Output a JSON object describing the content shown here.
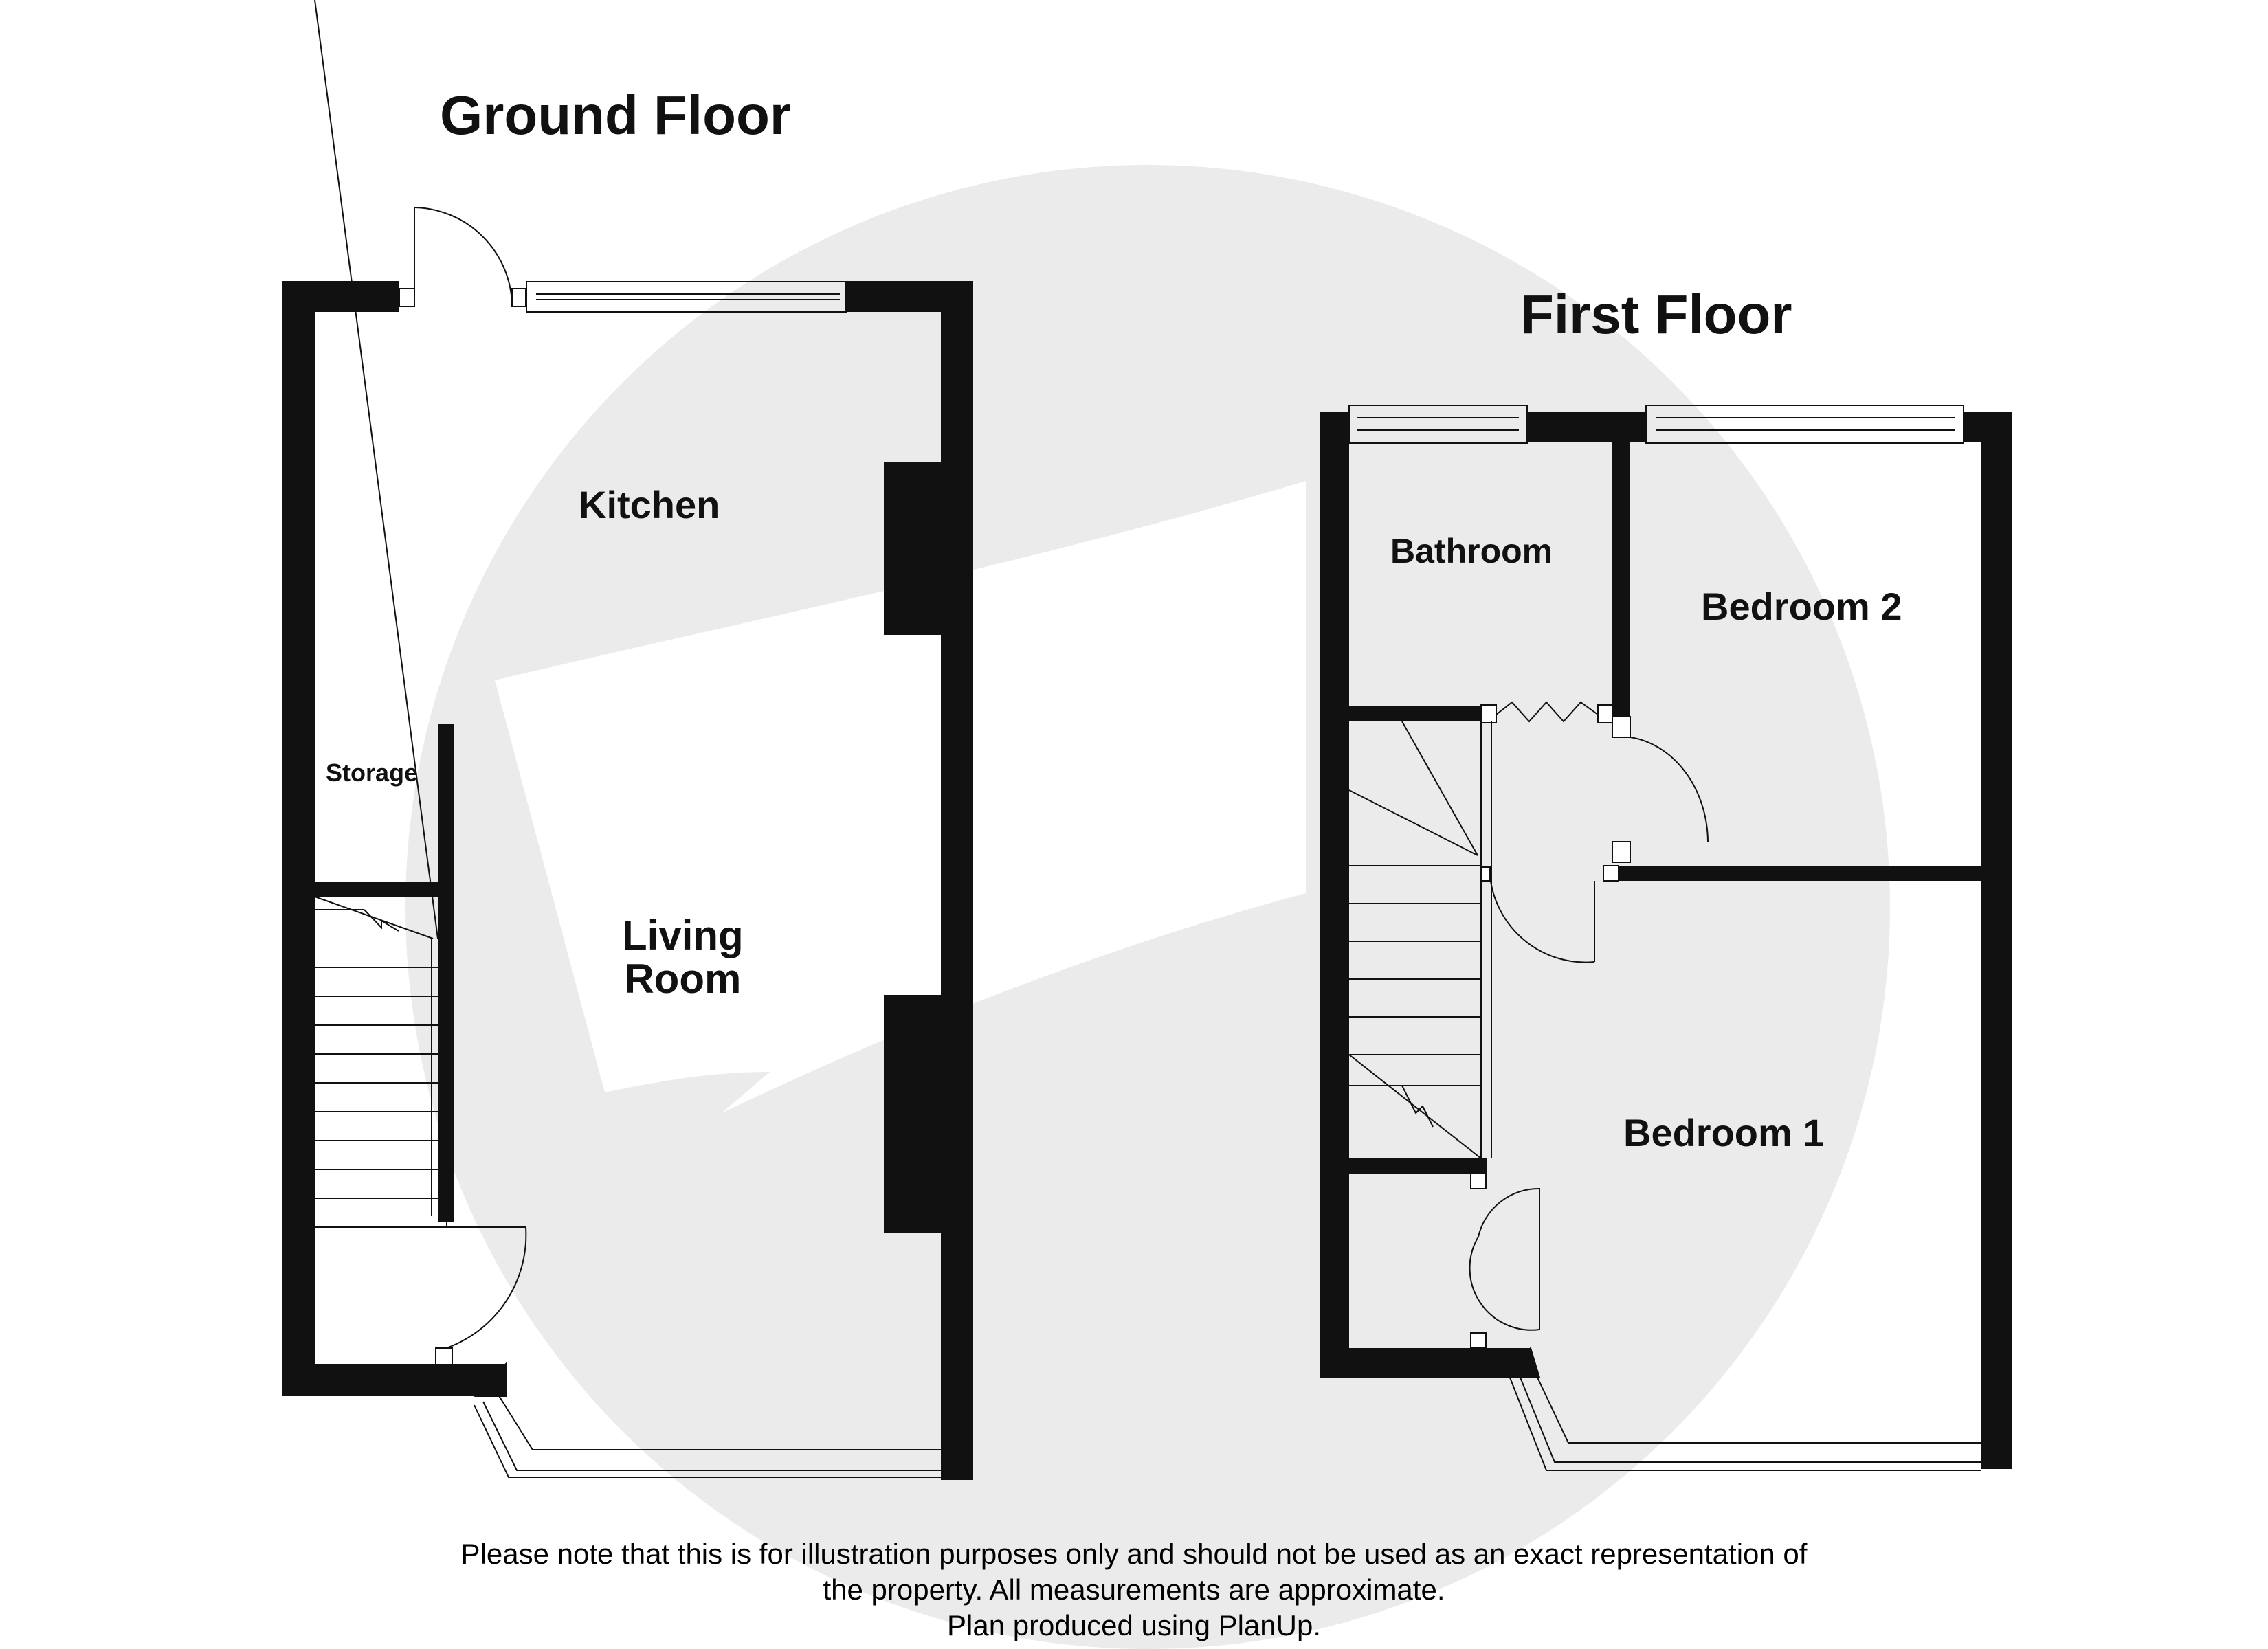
{
  "ground_floor": {
    "title": "Ground Floor",
    "rooms": {
      "kitchen": "Kitchen",
      "storage": "Storage",
      "living_room_line1": "Living",
      "living_room_line2": "Room"
    }
  },
  "first_floor": {
    "title": "First Floor",
    "rooms": {
      "bathroom": "Bathroom",
      "bedroom2": "Bedroom 2",
      "bedroom1": "Bedroom 1"
    }
  },
  "footer": {
    "line1": "Please note that this is for illustration purposes only and should not be used as an exact representation of",
    "line2": "the property. All measurements are approximate.",
    "line3": "Plan produced using PlanUp."
  },
  "colors": {
    "wall": "#111111",
    "watermark": "#ebebeb",
    "background": "#ffffff"
  }
}
